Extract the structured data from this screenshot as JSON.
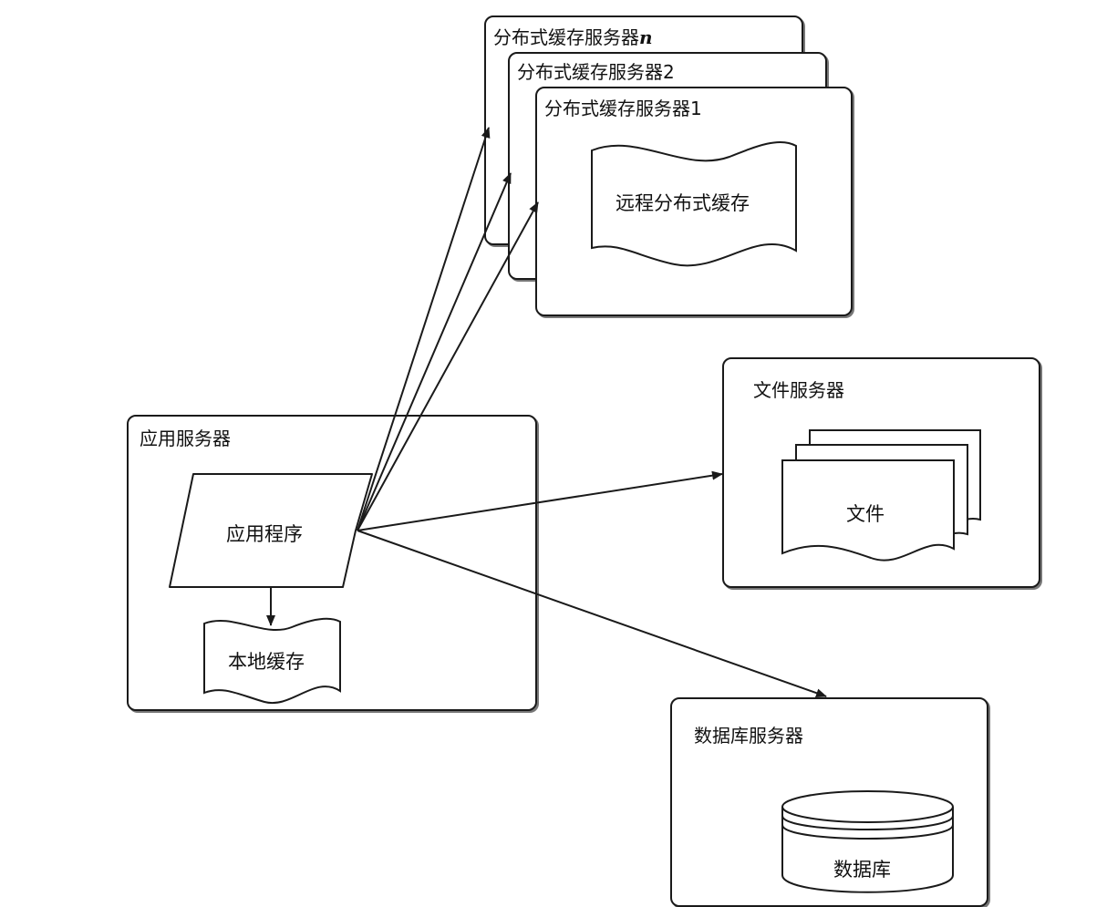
{
  "diagram": {
    "cache_servers": [
      {
        "title": "分布式缓存服务器",
        "suffix": "n"
      },
      {
        "title": "分布式缓存服务器2",
        "suffix": ""
      },
      {
        "title": "分布式缓存服务器1",
        "suffix": ""
      }
    ],
    "remote_cache_label": "远程分布式缓存",
    "app_server_title": "应用服务器",
    "app_label": "应用程序",
    "local_cache_label": "本地缓存",
    "file_server_title": "文件服务器",
    "file_label": "文件",
    "db_server_title": "数据库服务器",
    "db_label": "数据库",
    "colors": {
      "stroke": "#1a1a1a",
      "background": "#ffffff"
    }
  }
}
